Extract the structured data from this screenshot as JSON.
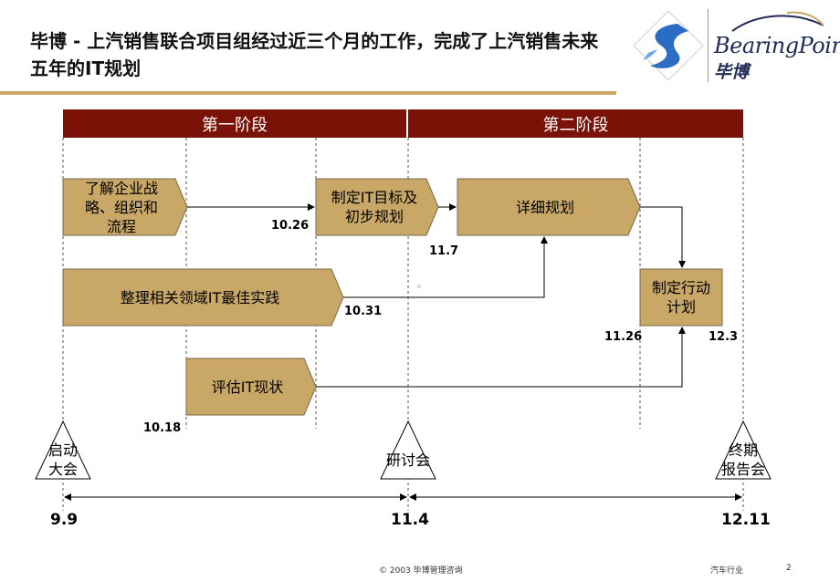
{
  "header": {
    "title": "毕博 - 上汽销售联合项目组经过近三个月的工作，完成了上汽销售未来五年的IT规划"
  },
  "logo": {
    "company_en": "BearingPoint",
    "company_cn": "毕博",
    "registered_mark": "®"
  },
  "phases": [
    "第一阶段",
    "第二阶段"
  ],
  "tasks": [
    {
      "id": "strategy",
      "label": "了解企业战\n略、组织和\n流程"
    },
    {
      "id": "best_practice",
      "label": "整理相关领域IT最佳实践"
    },
    {
      "id": "current_state",
      "label": "评估IT现状"
    },
    {
      "id": "targets",
      "label": "制定IT目标及\n初步规划"
    },
    {
      "id": "detail",
      "label": "详细规划"
    },
    {
      "id": "action",
      "label": "制定行动\n计划"
    }
  ],
  "task_dates": {
    "targets_end": "10.26",
    "best_practice_end": "10.31",
    "current_state_start": "10.18",
    "detail_start": "11.7",
    "action_start": "11.26",
    "action_end": "12.3"
  },
  "milestones": [
    "启动\n大会",
    "研讨会",
    "终期\n报告会"
  ],
  "axis_dates": [
    "9.9",
    "11.4",
    "12.11"
  ],
  "footer": {
    "copyright": "© 2003 毕博管理咨询",
    "section": "汽车行业",
    "page": "2"
  },
  "colors": {
    "phase_bar": "#7a1208",
    "task_fill": "#c9a766",
    "title_rule": "#c9a766",
    "logo_blue": "#2b6cc4"
  }
}
